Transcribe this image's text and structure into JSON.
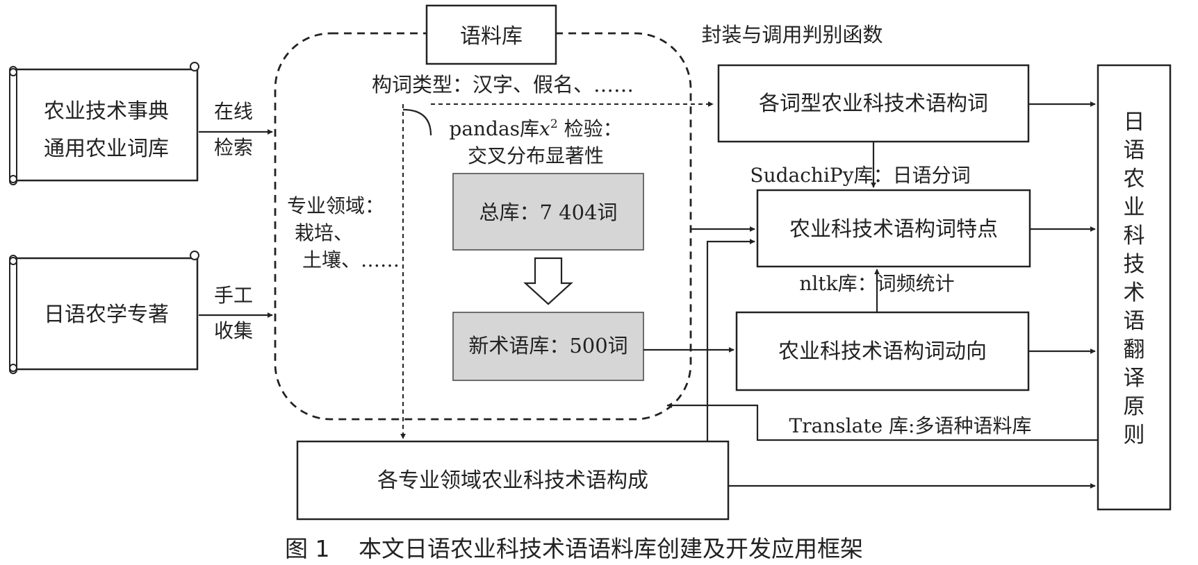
{
  "sources": {
    "dictionary_line1": "农业技术事典",
    "dictionary_line2": "通用农业词库",
    "monograph": "日语农学专著"
  },
  "edges": {
    "online_line1": "在线",
    "online_line2": "检索",
    "manual_line1": "手工",
    "manual_line2": "收集",
    "encapsulate": "封装与调用判别函数",
    "sudachi": "SudachiPy库：日语分词",
    "nltk": "nltk库：词频统计",
    "translate": "Translate 库:多语种语料库"
  },
  "corpus": {
    "title": "语料库",
    "word_types": "构词类型：汉字、假名、……",
    "chi_line1_prefix": "pandas库",
    "chi_line1_var": "x",
    "chi_line1_sup": "2",
    "chi_line1_suffix": " 检验：",
    "chi_line2": "交叉分布显著性",
    "domain_line1": "专业领域：",
    "domain_line2": "栽培、",
    "domain_line3": "土壤、……",
    "total": "总库：7 404词",
    "new_terms": "新术语库：500词"
  },
  "outputs": {
    "word_formation": "各词型农业科技术语构词",
    "features": "农业科技术语构词特点",
    "trends": "农业科技术语构词动向",
    "domain_composition": "各专业领域农业科技术语构成",
    "principles": [
      "日",
      "语",
      "农",
      "业",
      "科",
      "技",
      "术",
      "语",
      "翻",
      "译",
      "原",
      "则"
    ]
  },
  "caption": {
    "number": "图 1",
    "text": "本文日语农业科技术语语料库创建及开发应用框架"
  }
}
